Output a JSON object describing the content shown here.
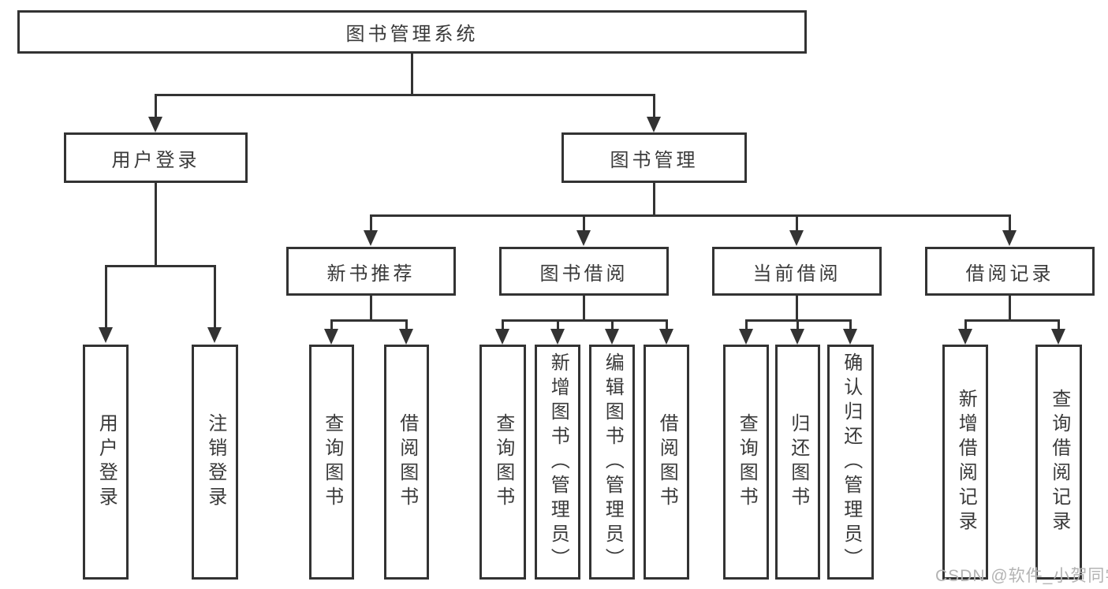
{
  "tree": {
    "label": "图书管理系统",
    "children": [
      {
        "label": "用户登录",
        "children": [
          {
            "label": "用户登录"
          },
          {
            "label": "注销登录"
          }
        ]
      },
      {
        "label": "图书管理",
        "children": [
          {
            "label": "新书推荐",
            "children": [
              {
                "label": "查询图书"
              },
              {
                "label": "借阅图书"
              }
            ]
          },
          {
            "label": "图书借阅",
            "children": [
              {
                "label": "查询图书"
              },
              {
                "label": "新增图书（管理员）"
              },
              {
                "label": "编辑图书（管理员）"
              },
              {
                "label": "借阅图书"
              }
            ]
          },
          {
            "label": "当前借阅",
            "children": [
              {
                "label": "查询图书"
              },
              {
                "label": "归还图书"
              },
              {
                "label": "确认归还（管理员）"
              }
            ]
          },
          {
            "label": "借阅记录",
            "children": [
              {
                "label": "新增借阅记录"
              },
              {
                "label": "查询借阅记录"
              }
            ]
          }
        ]
      }
    ]
  },
  "watermark": {
    "text": "CSDN @软件_小贺同学"
  },
  "colors": {
    "line": "#333333",
    "text": "#3a3a3a",
    "watermark": "#b3b3b3"
  }
}
